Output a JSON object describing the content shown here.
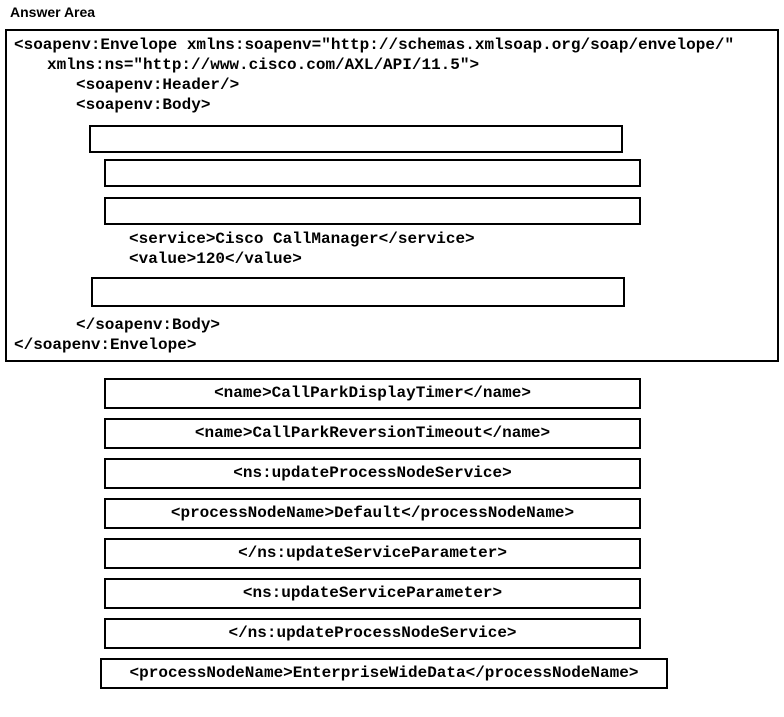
{
  "title": "Answer Area",
  "colors": {
    "background": "#ffffff",
    "border": "#000000",
    "text": "#000000"
  },
  "code": {
    "lines": [
      {
        "text": "<soapenv:Envelope xmlns:soapenv=″http://schemas.xmlsoap.org/soap/envelope/″"
      },
      {
        "text": "xmlns:ns=″http://www.cisco.com/AXL/API/11.5″>"
      },
      {
        "text": "<soapenv:Header/>"
      },
      {
        "text": "<soapenv:Body>"
      },
      {
        "text": "<service>Cisco CallManager</service>"
      },
      {
        "text": "<value>120</value>"
      },
      {
        "text": "</soapenv:Body>"
      },
      {
        "text": "</soapenv:Envelope>"
      }
    ],
    "drop_targets": [
      {
        "id": "drop-1",
        "value": ""
      },
      {
        "id": "drop-2",
        "value": ""
      },
      {
        "id": "drop-3",
        "value": ""
      },
      {
        "id": "drop-4",
        "value": ""
      }
    ]
  },
  "options": [
    {
      "label": "<name>CallParkDisplayTimer</name>"
    },
    {
      "label": "<name>CallParkReversionTimeout</name>"
    },
    {
      "label": "<ns:updateProcessNodeService>"
    },
    {
      "label": "<processNodeName>Default</processNodeName>"
    },
    {
      "label": "</ns:updateServiceParameter>"
    },
    {
      "label": "<ns:updateServiceParameter>"
    },
    {
      "label": "</ns:updateProcessNodeService>"
    },
    {
      "label": "<processNodeName>EnterpriseWideData</processNodeName>"
    }
  ]
}
